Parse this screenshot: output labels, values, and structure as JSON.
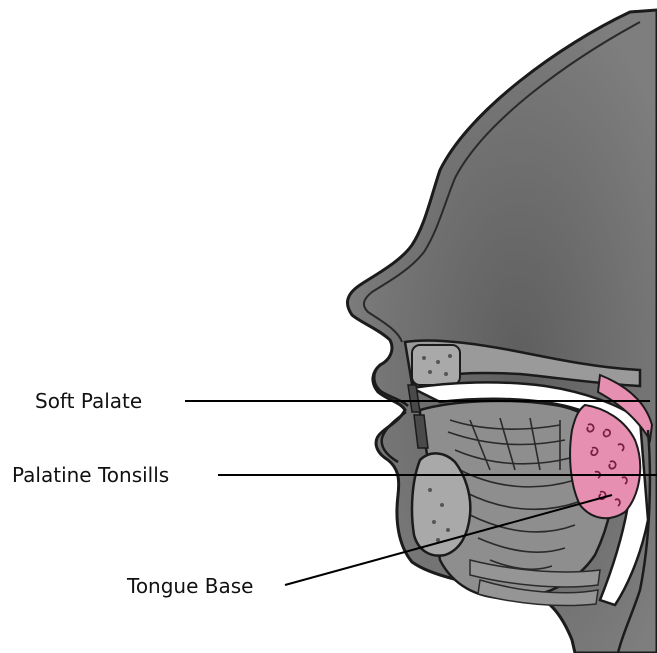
{
  "labels": {
    "soft_palate": "Soft Palate",
    "palatine_tonsils": "Palatine Tonsills",
    "tongue_base": "Tongue Base"
  },
  "colors": {
    "skin": "#7c7c7c",
    "skin_dark": "#5f5f5f",
    "outline": "#1b1b1b",
    "airway": "#ffffff",
    "tonsil": "#e68fb0",
    "tonsil_line": "#b0305f",
    "muscle": "#8e8e8e",
    "bone": "#a9a9a9",
    "leader": "#000000"
  }
}
